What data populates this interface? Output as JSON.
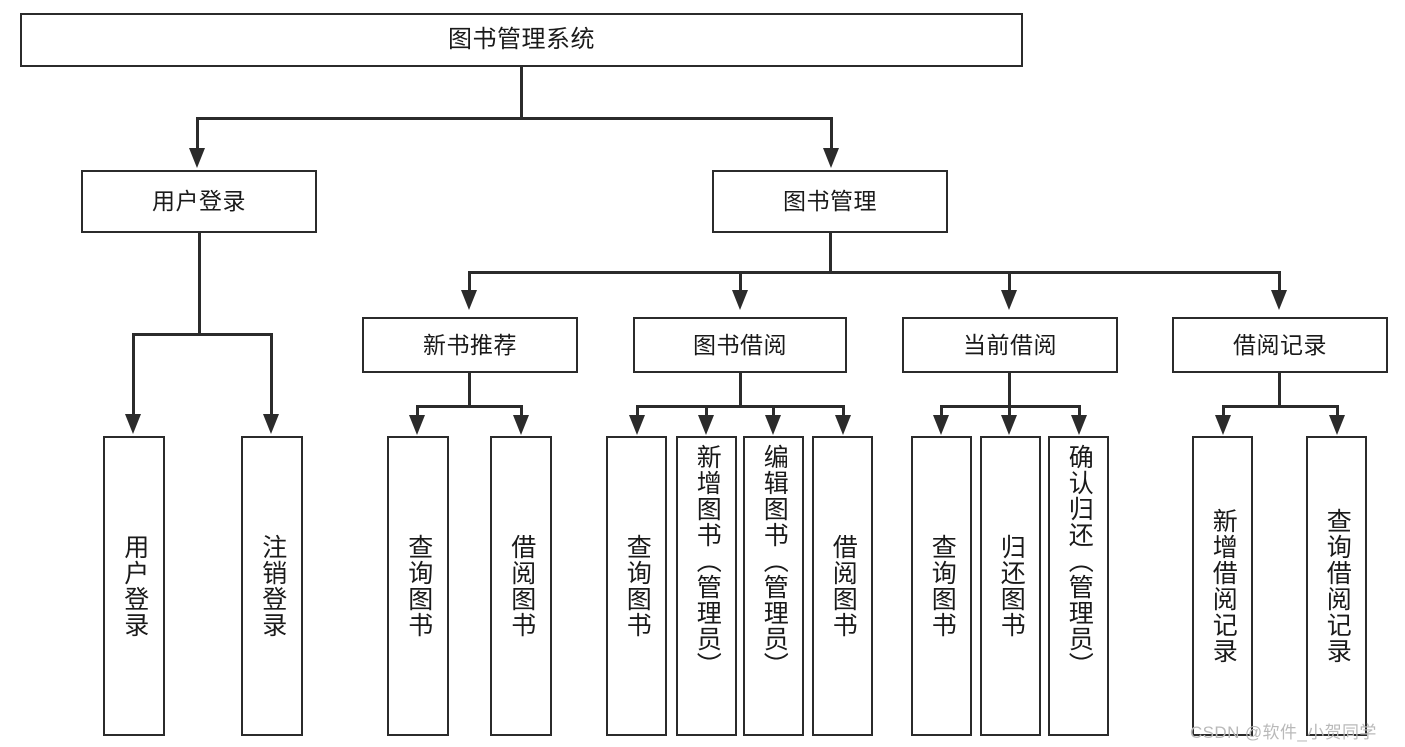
{
  "diagram": {
    "type": "hierarchy-tree",
    "title": "图书管理系统",
    "watermark": "CSDN @软件_小贺同学",
    "colors": {
      "stroke": "#2b2b2b",
      "fill": "#ffffff",
      "text": "#1a1a1a",
      "watermark": "#b9b9b9"
    },
    "nodes": {
      "root": {
        "label": "图书管理系统"
      },
      "level2": [
        {
          "label": "用户登录"
        },
        {
          "label": "图书管理"
        }
      ],
      "level3": [
        {
          "label": "新书推荐"
        },
        {
          "label": "图书借阅"
        },
        {
          "label": "当前借阅"
        },
        {
          "label": "借阅记录"
        }
      ],
      "leaves": {
        "user_login": [
          {
            "label": "用户登录"
          },
          {
            "label": "注销登录"
          }
        ],
        "new_book": [
          {
            "label": "查询图书"
          },
          {
            "label": "借阅图书"
          }
        ],
        "borrow_book": [
          {
            "label": "查询图书"
          },
          {
            "label": "新增图书（管理员）"
          },
          {
            "label": "编辑图书（管理员）"
          },
          {
            "label": "借阅图书"
          }
        ],
        "current_borrow": [
          {
            "label": "查询图书"
          },
          {
            "label": "归还图书"
          },
          {
            "label": "确认归还（管理员）"
          }
        ],
        "borrow_record": [
          {
            "label": "新增借阅记录"
          },
          {
            "label": "查询借阅记录"
          }
        ]
      }
    }
  }
}
